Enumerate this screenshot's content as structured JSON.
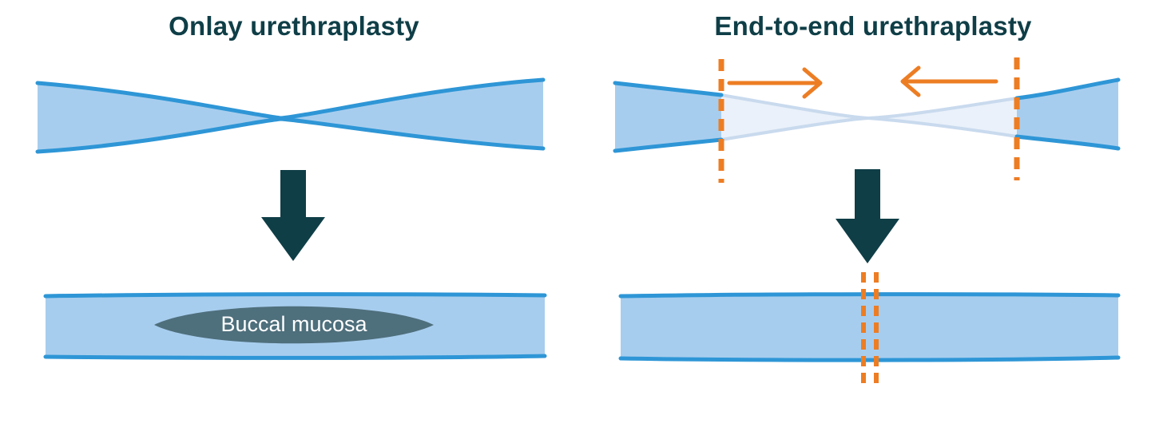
{
  "panels": {
    "onlay": {
      "title": "Onlay urethraplasty",
      "graft_label": "Buccal mucosa"
    },
    "end_to_end": {
      "title": "End-to-end urethraplasty"
    }
  },
  "colors": {
    "background": "#ffffff",
    "tube_fill": "#a7cdee",
    "tube_stroke": "#2e96d6",
    "dark_teal": "#0f3e47",
    "lens_fill": "#4e6f7c",
    "orange": "#ed7d23",
    "faded_fill": "#eaf1fa",
    "faded_stroke": "#c9daee",
    "label_text": "#ffffff"
  }
}
